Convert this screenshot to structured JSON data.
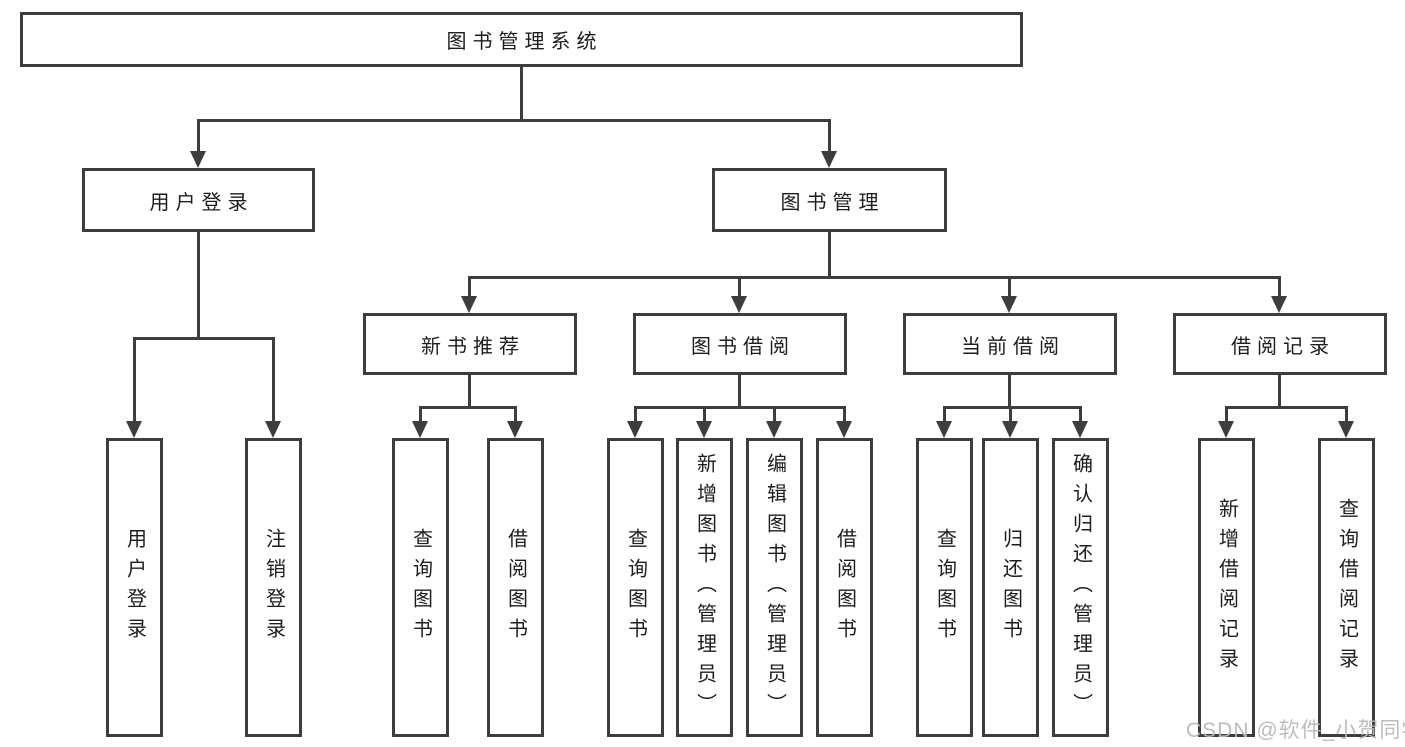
{
  "tree": {
    "root": {
      "label": "图书管理系统"
    },
    "level2": [
      {
        "label": "用户登录"
      },
      {
        "label": "图书管理"
      }
    ],
    "level3": [
      {
        "label": "新书推荐"
      },
      {
        "label": "图书借阅"
      },
      {
        "label": "当前借阅"
      },
      {
        "label": "借阅记录"
      }
    ],
    "leaves": [
      {
        "label": "用户登录"
      },
      {
        "label": "注销登录"
      },
      {
        "label": "查询图书"
      },
      {
        "label": "借阅图书"
      },
      {
        "label": "查询图书"
      },
      {
        "label": "新增图书（管理员）"
      },
      {
        "label": "编辑图书（管理员）"
      },
      {
        "label": "借阅图书"
      },
      {
        "label": "查询图书"
      },
      {
        "label": "归还图书"
      },
      {
        "label": "确认归还（管理员）"
      },
      {
        "label": "新增借阅记录"
      },
      {
        "label": "查询借阅记录"
      }
    ]
  },
  "watermark": {
    "text": "CSDN @软件_小贺同学"
  },
  "colors": {
    "line": "#3d3d3d",
    "text": "#1d1d1d",
    "background": "#ffffff",
    "watermark": "#b9b9b9"
  }
}
